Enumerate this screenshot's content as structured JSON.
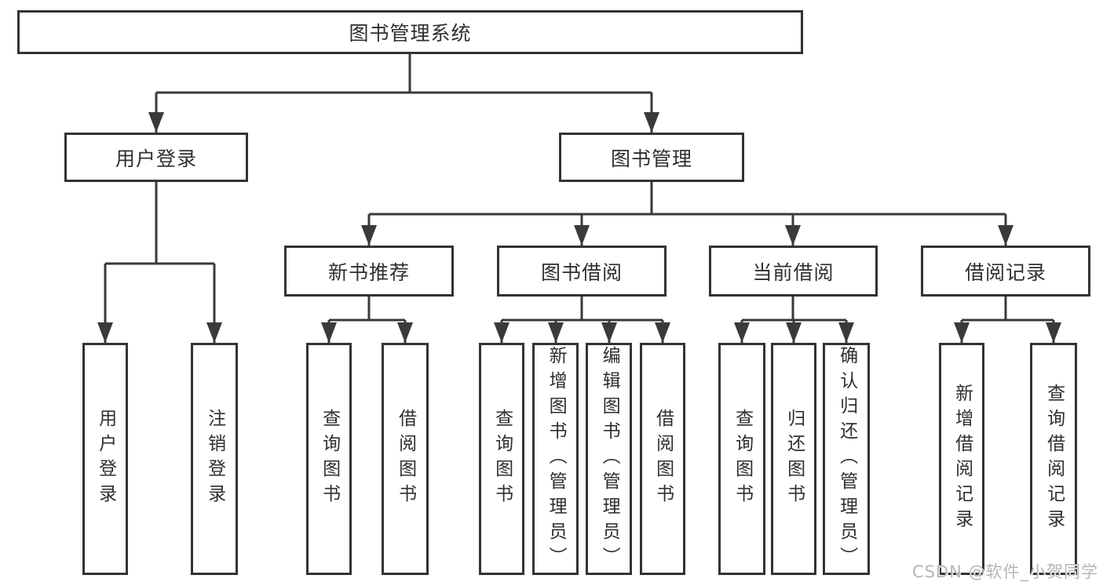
{
  "diagram": {
    "title": "图书管理系统",
    "root": {
      "label": "图书管理系统",
      "children": [
        {
          "label": "用户登录",
          "children": [
            {
              "label": "用户登录"
            },
            {
              "label": "注销登录"
            }
          ]
        },
        {
          "label": "图书管理",
          "children": [
            {
              "label": "新书推荐",
              "children": [
                {
                  "label": "查询图书"
                },
                {
                  "label": "借阅图书"
                }
              ]
            },
            {
              "label": "图书借阅",
              "children": [
                {
                  "label": "查询图书"
                },
                {
                  "label": "新增图书（管理员）"
                },
                {
                  "label": "编辑图书（管理员）"
                },
                {
                  "label": "借阅图书"
                }
              ]
            },
            {
              "label": "当前借阅",
              "children": [
                {
                  "label": "查询图书"
                },
                {
                  "label": "归还图书"
                },
                {
                  "label": "确认归还（管理员）"
                }
              ]
            },
            {
              "label": "借阅记录",
              "children": [
                {
                  "label": "新增借阅记录"
                },
                {
                  "label": "查询借阅记录"
                }
              ]
            }
          ]
        }
      ]
    }
  },
  "watermark": {
    "text": "CSDN @软件_小贺同学"
  },
  "colors": {
    "background": "#ffffff",
    "box_border": "#333333",
    "connector_line": "#3a3a3a",
    "text": "#2f2f2f",
    "watermark": "#b5b5b5"
  }
}
